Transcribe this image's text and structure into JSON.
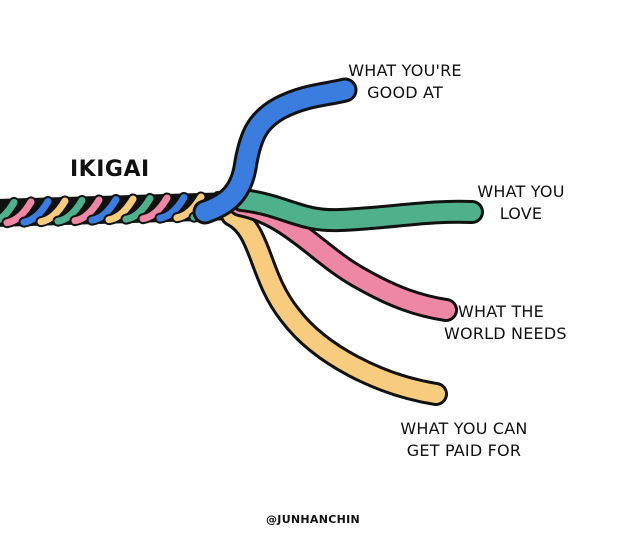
{
  "title": "IKIGAI",
  "strands": [
    {
      "line1": "WHAT YOU'RE",
      "line2": "GOOD AT",
      "color": "#3A7DDE"
    },
    {
      "line1": "WHAT YOU",
      "line2": "LOVE",
      "color": "#4FB08E"
    },
    {
      "line1": "WHAT THE",
      "line2": "WORLD NEEDS",
      "color": "#EE87A6"
    },
    {
      "line1": "WHAT YOU CAN",
      "line2": "GET PAID FOR",
      "color": "#F7CC7E"
    }
  ],
  "credit": "@JUNHANCHIN"
}
